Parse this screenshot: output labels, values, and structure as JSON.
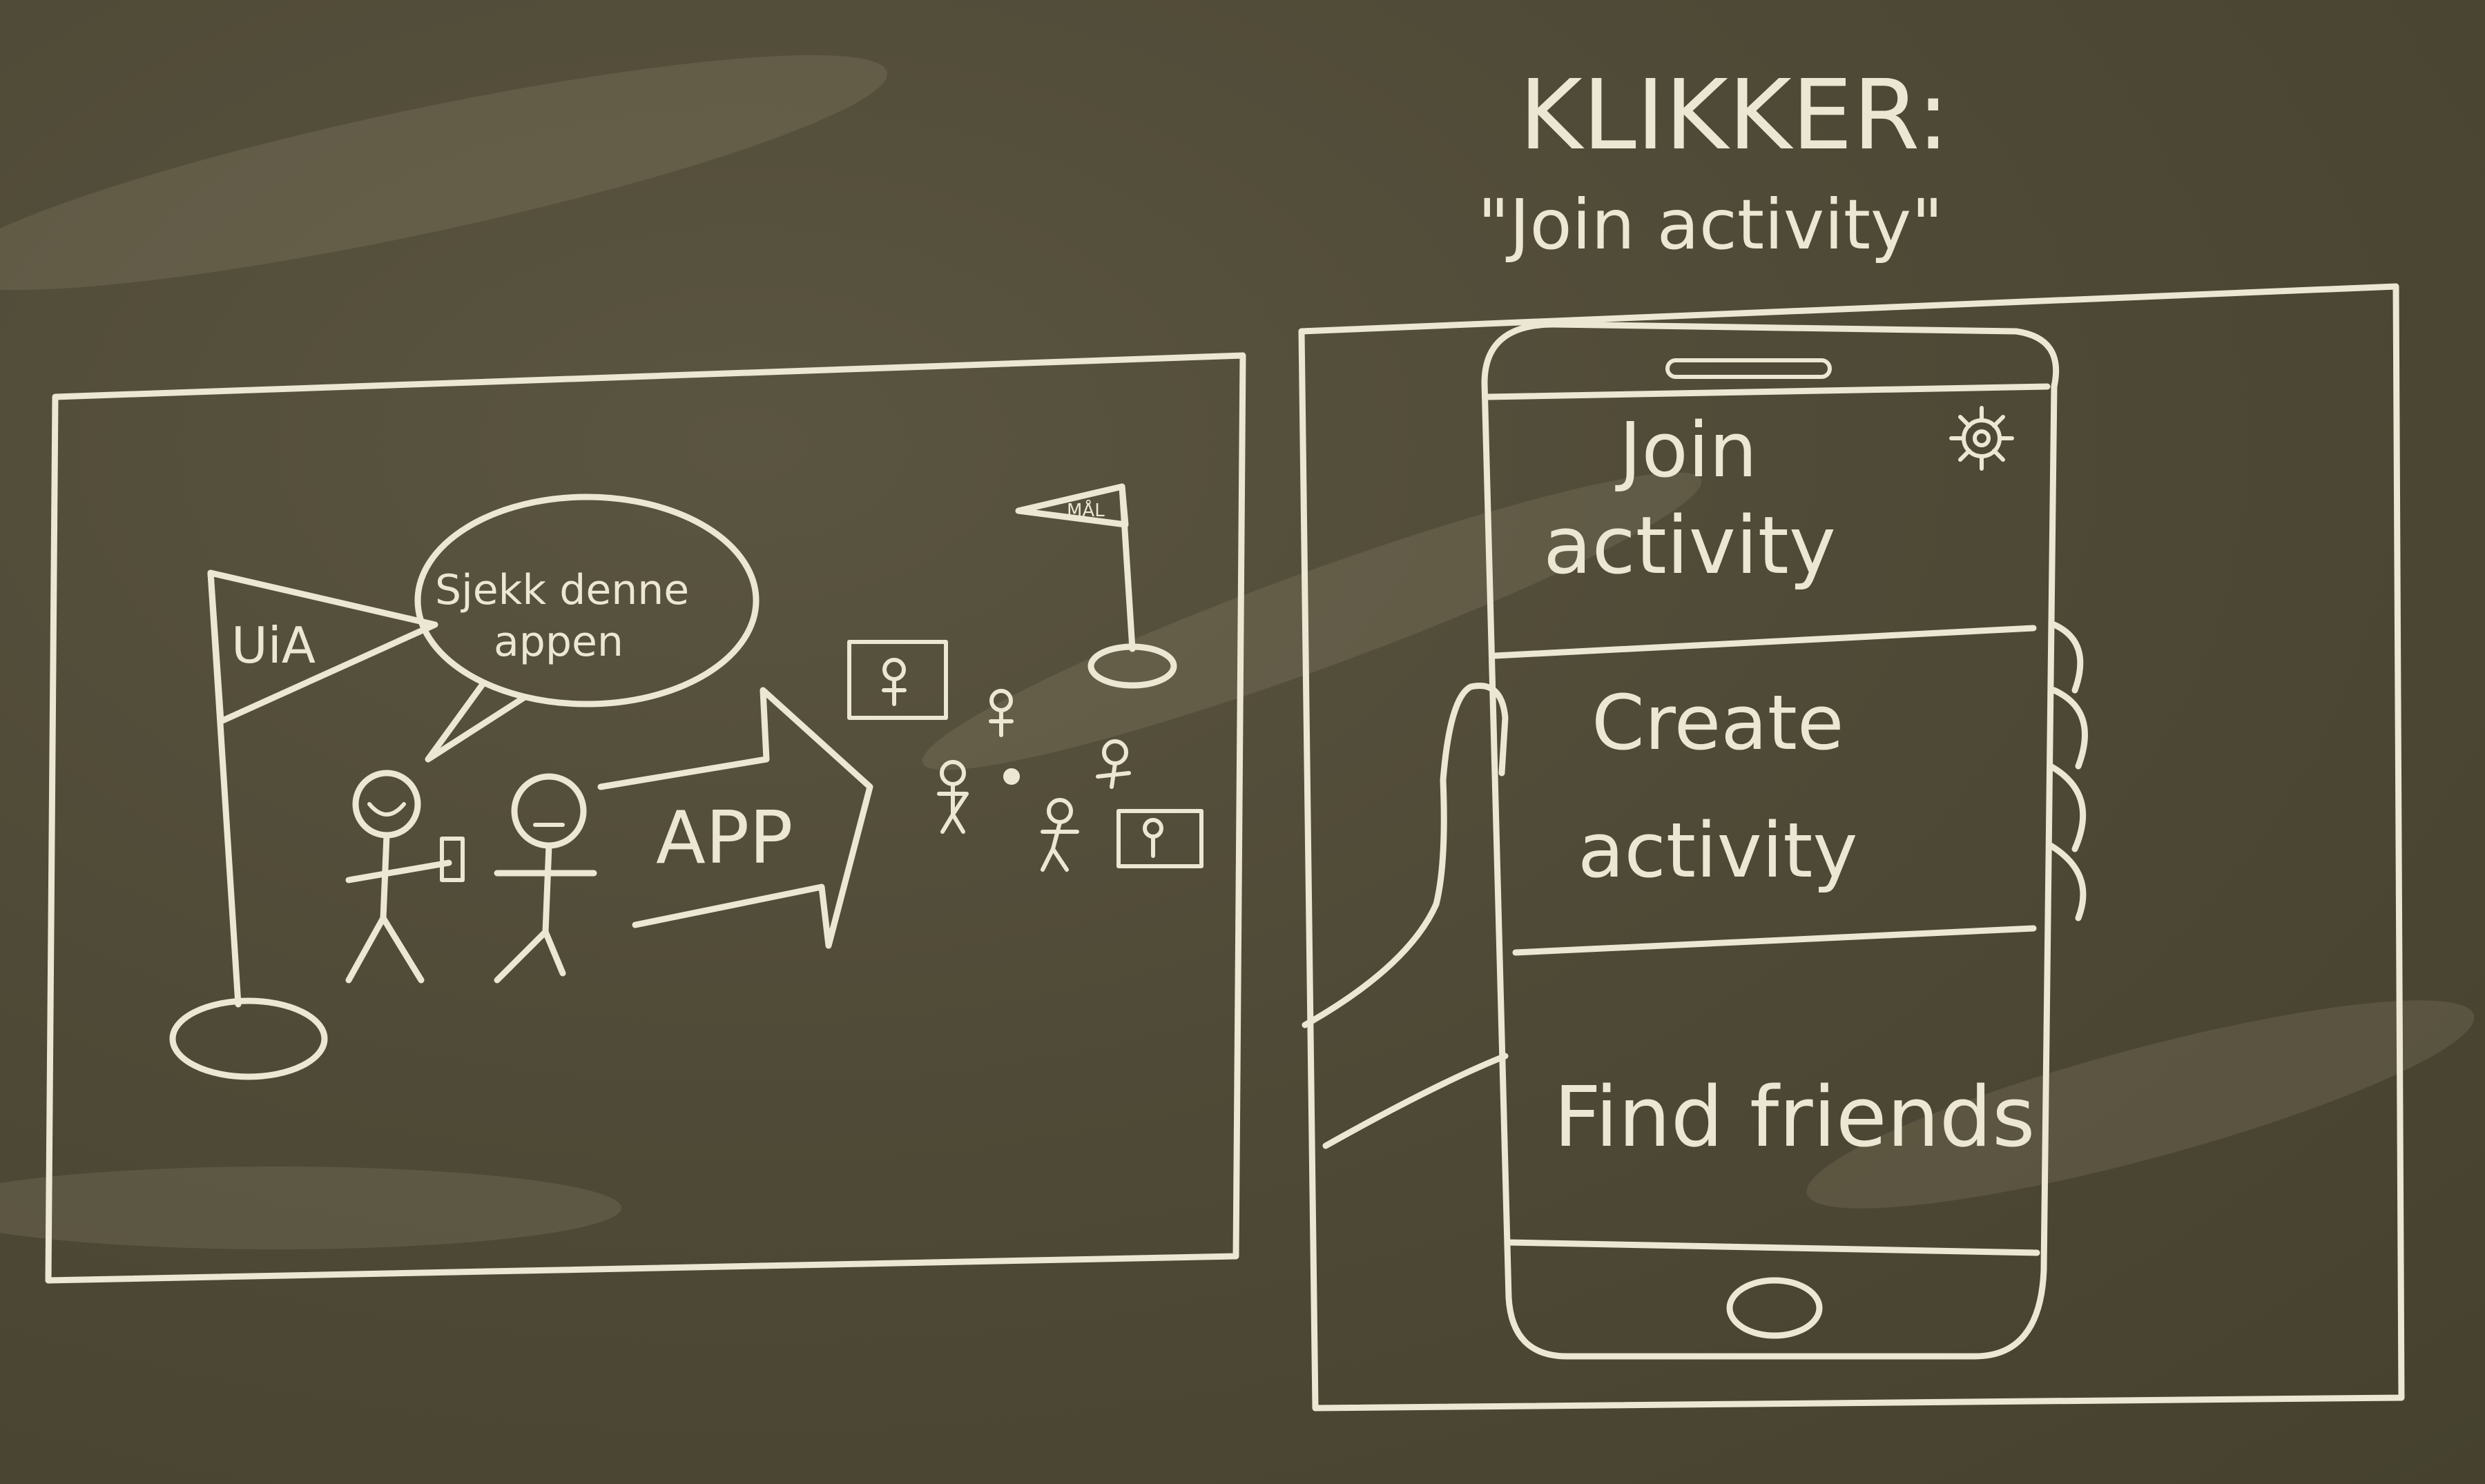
{
  "heading": {
    "title": "KLIKKER:",
    "subtitle": "\"Join activity\""
  },
  "left_panel": {
    "flag_label": "UiA",
    "speech_bubble": [
      "Sjekk denne",
      "appen"
    ],
    "arrow_label": "APP",
    "goal_flag_label": "MÅL"
  },
  "phone": {
    "buttons": [
      {
        "line1": "Join",
        "line2": "activity"
      },
      {
        "line1": "Create",
        "line2": "activity"
      },
      {
        "line1": "Find friends",
        "line2": ""
      }
    ],
    "settings_icon": "gear-icon",
    "home_button_icon": "home-button-icon"
  },
  "colors": {
    "chalkboard": "#4f4a37",
    "chalk": "#ece7d2"
  }
}
